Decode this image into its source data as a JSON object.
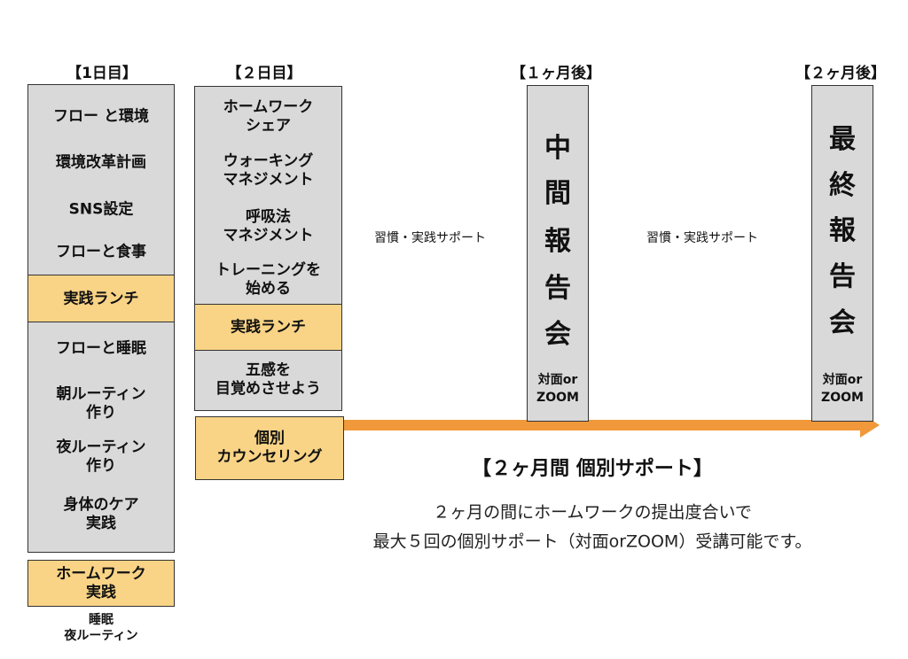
{
  "day1": {
    "label": "【1日目】",
    "items": [
      "フロー と環境",
      "環境改革計画",
      "SNS設定",
      "フローと食事"
    ],
    "lunch": "実践ランチ",
    "items2": [
      "フローと睡眠",
      "朝ルーティン\n作り",
      "夜ルーティン\n作り",
      "身体のケア\n実践"
    ],
    "homework": "ホームワーク\n実践",
    "homework_note": "睡眠\n夜ルーティン"
  },
  "day2": {
    "label": "【２日目】",
    "items": [
      "ホームワーク\nシェア",
      "ウォーキング\nマネジメント",
      "呼吸法\nマネジメント",
      "トレーニングを\n始める"
    ],
    "lunch": "実践ランチ",
    "items2": [
      "五感を\n目覚めさせよう"
    ],
    "counseling": "個別\nカウンセリング"
  },
  "month1": {
    "label": "【１ヶ月後】",
    "title_chars": [
      "中",
      "間",
      "報",
      "告",
      "会"
    ],
    "mode": "対面or\nZOOM"
  },
  "month2": {
    "label": "【２ヶ月後】",
    "title_chars": [
      "最",
      "終",
      "報",
      "告",
      "会"
    ],
    "mode": "対面or\nZOOM"
  },
  "support_labels": [
    "習慣・実践サポート",
    "習慣・実践サポート"
  ],
  "summary": {
    "title": "【２ヶ月間 個別サポート】",
    "line1": "２ヶ月の間にホームワークの提出度合いで",
    "line2": "最大５回の個別サポート（対面orZOOM）受講可能です。"
  },
  "colors": {
    "gray": "#d9d9d9",
    "yellow": "#f9d486",
    "arrow": "#f0983a"
  }
}
